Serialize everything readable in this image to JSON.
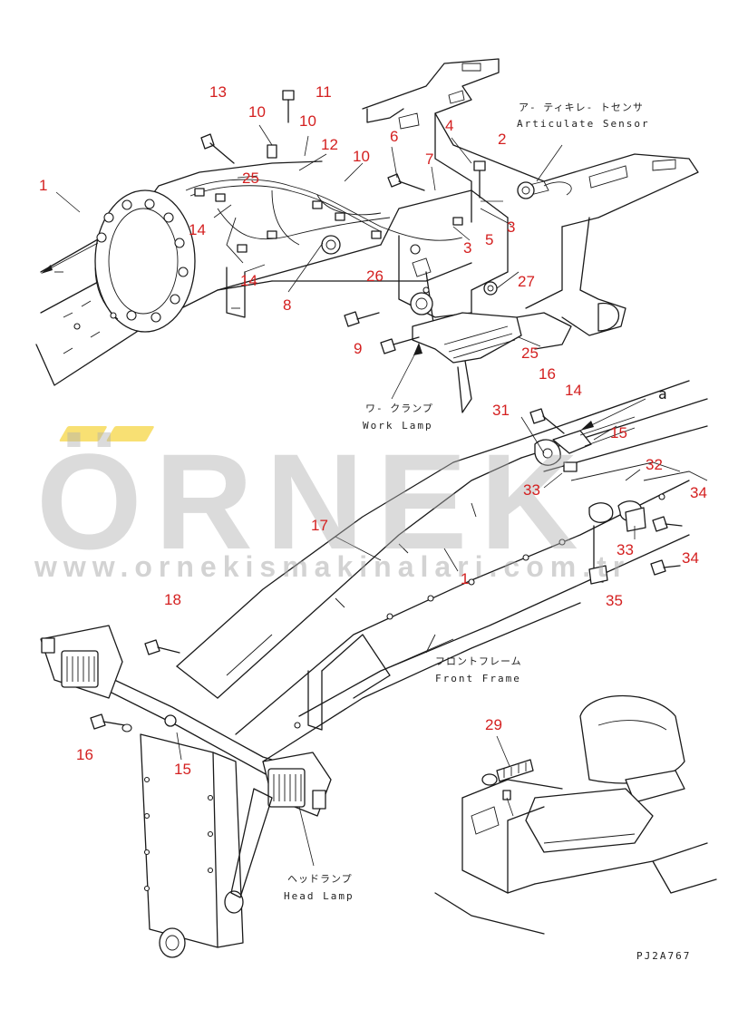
{
  "drawing_code": "PJ2A767",
  "labels": {
    "articulate_sensor_jp": "ア- ティキレ- トセンサ",
    "articulate_sensor_en": "Articulate Sensor",
    "work_lamp_jp": "ワ- クランプ",
    "work_lamp_en": "Work Lamp",
    "front_frame_jp": "フロントフレーム",
    "front_frame_en": "Front Frame",
    "head_lamp_jp": "ヘッドランプ",
    "head_lamp_en": "Head Lamp",
    "ref_a": "a"
  },
  "watermark": {
    "brand": "ÖRNEK",
    "url": "www.ornekismakinalari.com.tr",
    "colors": {
      "brand_grey": "#b0b0b0",
      "accent_yellow": "#f3c600"
    }
  },
  "colors": {
    "callout_red": "#d42020",
    "line": "#1a1a1a"
  },
  "callouts": [
    {
      "num": "1"
    },
    {
      "num": "1"
    },
    {
      "num": "2"
    },
    {
      "num": "3"
    },
    {
      "num": "3"
    },
    {
      "num": "4"
    },
    {
      "num": "5"
    },
    {
      "num": "6"
    },
    {
      "num": "7"
    },
    {
      "num": "8"
    },
    {
      "num": "9"
    },
    {
      "num": "10"
    },
    {
      "num": "10"
    },
    {
      "num": "10"
    },
    {
      "num": "11"
    },
    {
      "num": "12"
    },
    {
      "num": "13"
    },
    {
      "num": "14"
    },
    {
      "num": "14"
    },
    {
      "num": "14"
    },
    {
      "num": "15"
    },
    {
      "num": "15"
    },
    {
      "num": "16"
    },
    {
      "num": "16"
    },
    {
      "num": "17"
    },
    {
      "num": "18"
    },
    {
      "num": "25"
    },
    {
      "num": "25"
    },
    {
      "num": "26"
    },
    {
      "num": "27"
    },
    {
      "num": "29"
    },
    {
      "num": "31"
    },
    {
      "num": "32"
    },
    {
      "num": "33"
    },
    {
      "num": "33"
    },
    {
      "num": "34"
    },
    {
      "num": "34"
    },
    {
      "num": "35"
    }
  ]
}
